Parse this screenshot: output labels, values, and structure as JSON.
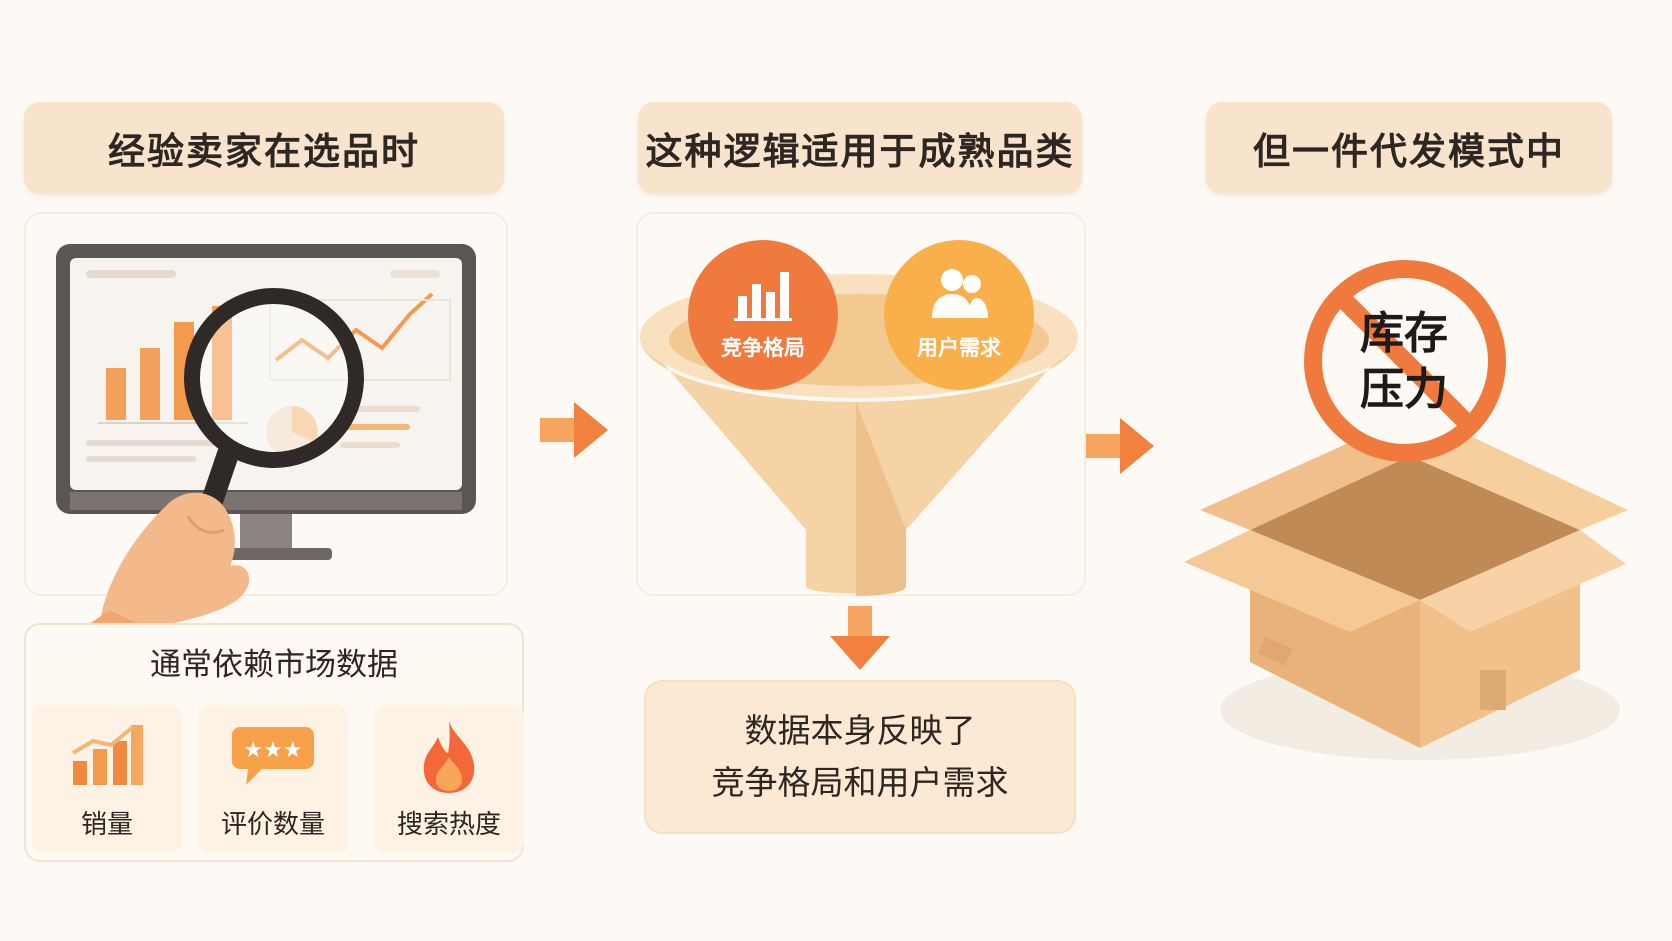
{
  "steps": [
    {
      "title": "经验卖家在选品时"
    },
    {
      "title": "这种逻辑适用于成熟品类"
    },
    {
      "title": "但一件代发模式中"
    }
  ],
  "market_data": {
    "title": "通常依赖市场数据",
    "metrics": [
      {
        "label": "销量",
        "icon": "bar-chart-icon"
      },
      {
        "label": "评价数量",
        "icon": "rating-stars-icon"
      },
      {
        "label": "搜索热度",
        "icon": "flame-icon"
      }
    ]
  },
  "funnel": {
    "bubbles": [
      {
        "label": "竞争格局",
        "icon": "bar-chart-icon",
        "color": "#f07a3e"
      },
      {
        "label": "用户需求",
        "icon": "users-icon",
        "color": "#f9b04a"
      }
    ]
  },
  "summary": {
    "line1": "数据本身反映了",
    "line2": "竞争格局和用户需求"
  },
  "inventory": {
    "line1": "库存",
    "line2": "压力"
  },
  "colors": {
    "accent": "#f07a3e",
    "accent_light": "#f9b04a",
    "panel": "#f8e4cc",
    "background": "#fdfaf5"
  }
}
